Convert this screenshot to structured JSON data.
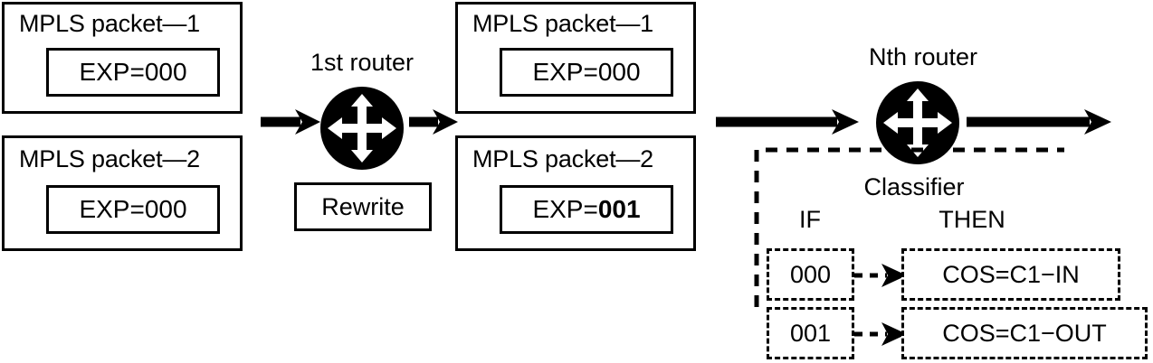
{
  "diagram": {
    "title_semantics": "MPLS EXP rewrite and classifier diagram",
    "ingress_packets": [
      {
        "title": "MPLS packet—1",
        "exp_label": "EXP=",
        "exp_value": "000",
        "exp_bold": false
      },
      {
        "title": "MPLS packet—2",
        "exp_label": "EXP=",
        "exp_value": "000",
        "exp_bold": false
      }
    ],
    "first_router": {
      "label": "1st router",
      "icon": "router-icon",
      "action_box": "Rewrite"
    },
    "egress_packets": [
      {
        "title": "MPLS packet—1",
        "exp_label": "EXP=",
        "exp_value": "000",
        "exp_bold": false
      },
      {
        "title": "MPLS packet—2",
        "exp_label": "EXP=",
        "exp_value": "001",
        "exp_bold": true
      }
    ],
    "nth_router": {
      "label": "Nth router",
      "icon": "router-icon"
    },
    "classifier": {
      "title": "Classifier",
      "columns": [
        "IF",
        "THEN"
      ],
      "rules": [
        {
          "if": "000",
          "then": "COS=C1−IN"
        },
        {
          "if": "001",
          "then": "COS=C1−OUT"
        }
      ]
    },
    "colors": {
      "stroke": "#000000",
      "background": "#ffffff"
    }
  }
}
